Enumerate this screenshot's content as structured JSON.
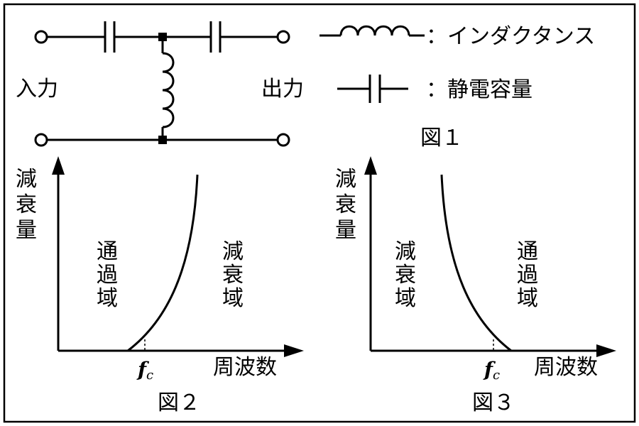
{
  "figure1": {
    "input_label": "入力",
    "output_label": "出力",
    "legend_inductance": "：インダクタンス",
    "legend_capacitance": "：静電容量",
    "caption": "図１"
  },
  "figure2": {
    "y_axis_label": "減衰量",
    "x_axis_label": "周波数",
    "left_region": "通過域",
    "right_region": "減衰域",
    "cutoff_main": "f",
    "cutoff_sub": "c",
    "caption": "図２"
  },
  "figure3": {
    "y_axis_label": "減衰量",
    "x_axis_label": "周波数",
    "left_region": "減衰域",
    "right_region": "通過域",
    "cutoff_main": "f",
    "cutoff_sub": "c",
    "caption": "図３"
  },
  "colors": {
    "ink": "#000000",
    "background": "#ffffff"
  }
}
